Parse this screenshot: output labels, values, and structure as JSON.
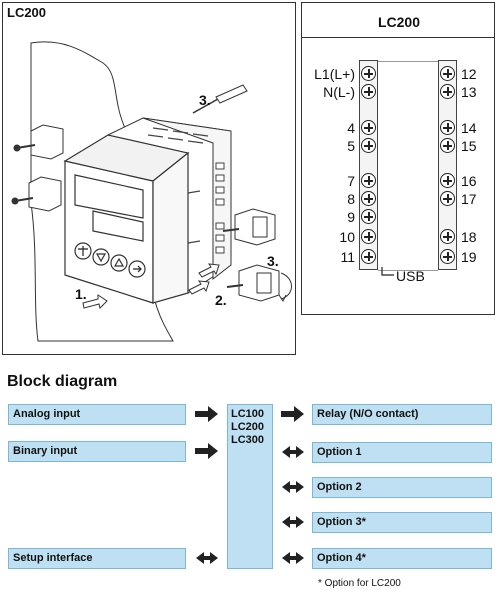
{
  "left_panel": {
    "title": "LC200",
    "steps": {
      "step1": "1.",
      "step2": "2.",
      "step3a": "3.",
      "step3b": "3."
    }
  },
  "right_panel": {
    "title": "LC200",
    "left_terminals": [
      "L1(L+)",
      "N(L-)",
      "4",
      "5",
      "7",
      "8",
      "9",
      "10",
      "11"
    ],
    "right_terminals": [
      "12",
      "13",
      "14",
      "15",
      "16",
      "17",
      "18",
      "19"
    ],
    "usb_label": "USB"
  },
  "block_diagram": {
    "heading": "Block diagram",
    "inputs": [
      "Analog input",
      "Binary input",
      "Setup interface"
    ],
    "center_lines": [
      "LC100",
      "LC200",
      "LC300"
    ],
    "outputs": [
      "Relay (N/O contact)",
      "Option 1",
      "Option 2",
      "Option 3*",
      "Option 4*"
    ],
    "footnote": "* Option for LC200"
  }
}
